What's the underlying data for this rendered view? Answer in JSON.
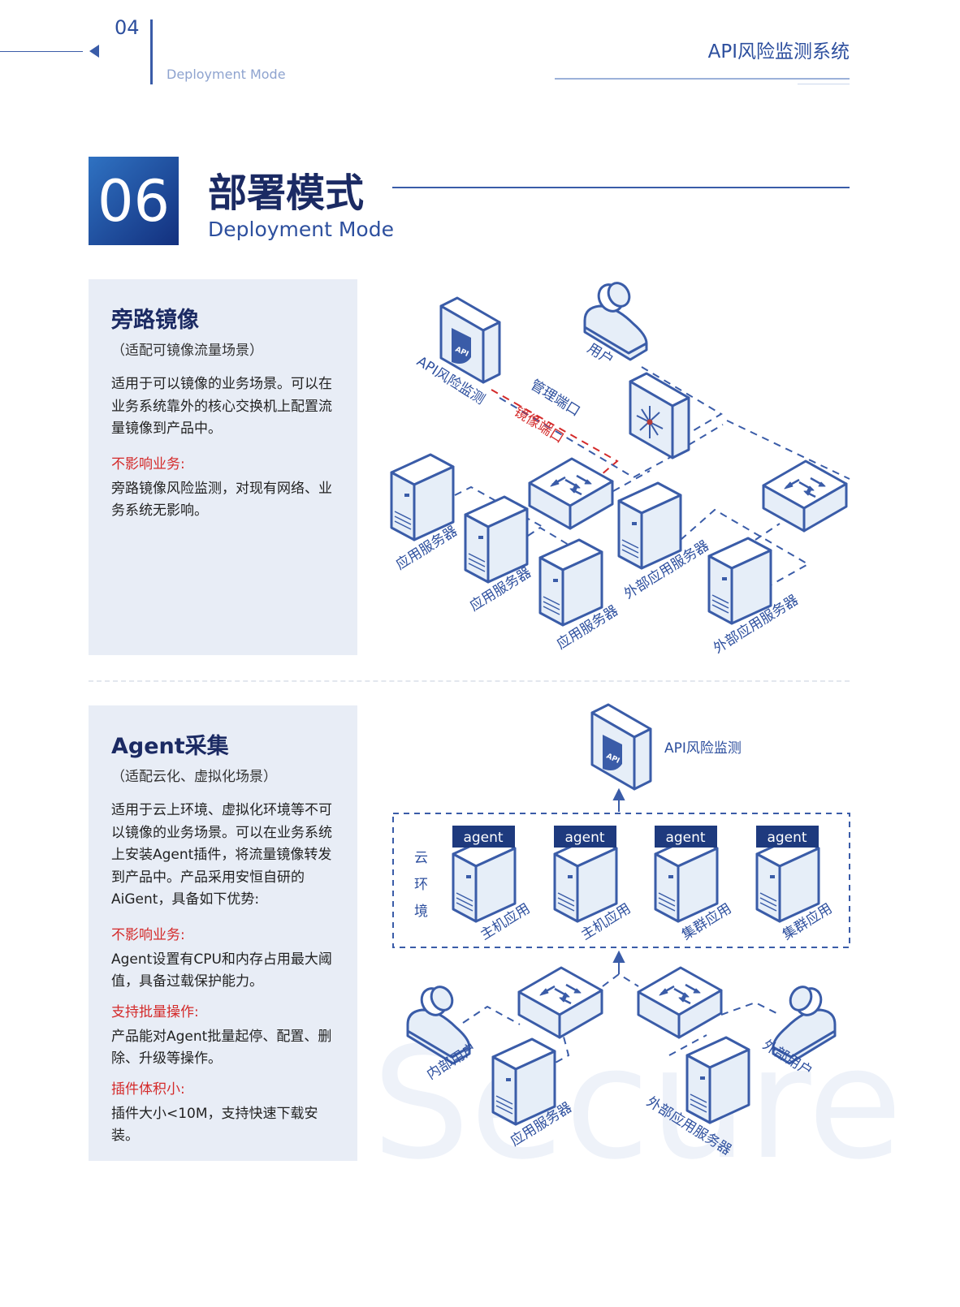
{
  "header": {
    "page_number": "04",
    "subtitle": "Deployment Mode",
    "product_title": "API风险监测系统"
  },
  "section": {
    "number": "06",
    "title": "部署模式",
    "subtitle": "Deployment Mode"
  },
  "bypass": {
    "title": "旁路镜像",
    "paren": "（适配可镜像流量场景）",
    "desc": "适用于可以镜像的业务场景。可以在业务系统靠外的核心交换机上配置流量镜像到产品中。",
    "points": [
      {
        "label": "不影响业务:",
        "text": "旁路镜像风险监测，对现有网络、业务系统无影响。"
      }
    ],
    "diagram": {
      "api_label": "API风险监测",
      "user_label": "用户",
      "mgmt_port": "管理端口",
      "mirror_port": "镜像端口",
      "servers": [
        "应用服务器",
        "应用服务器",
        "应用服务器",
        "外部应用服务器",
        "外部应用服务器"
      ]
    }
  },
  "agent": {
    "title": "Agent采集",
    "paren": "（适配云化、虚拟化场景）",
    "desc": "适用于云上环境、虚拟化环境等不可以镜像的业务场景。可以在业务系统上安装Agent插件，将流量镜像转发到产品中。产品采用安恒自研的AiGent，具备如下优势:",
    "points": [
      {
        "label": "不影响业务:",
        "text": "Agent设置有CPU和内存占用最大阈值，具备过载保护能力。"
      },
      {
        "label": "支持批量操作:",
        "text": "产品能对Agent批量起停、配置、删除、升级等操作。"
      },
      {
        "label": "插件体积小:",
        "text": "插件大小<10M，支持快速下载安装。"
      }
    ],
    "diagram": {
      "api_label": "API风险监测",
      "cloud_label": [
        "云",
        "环",
        "境"
      ],
      "agent_tag": "agent",
      "hosts": [
        "主机应用",
        "主机应用",
        "集群应用",
        "集群应用"
      ],
      "internal_user": "内部用户",
      "external_user": "外部用户",
      "app_server": "应用服务器",
      "ext_server": "外部应用服务器",
      "watermark": "Secure"
    }
  },
  "colors": {
    "navy": "#1b2a63",
    "blue": "#2d4f9e",
    "red": "#d42a2a",
    "panel": "#e8edf6"
  }
}
